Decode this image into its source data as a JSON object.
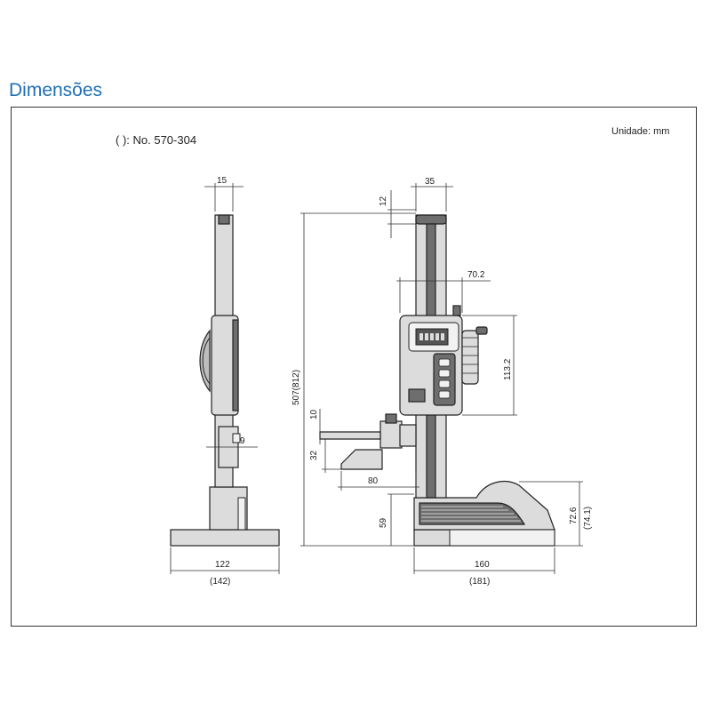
{
  "title": "Dimensões",
  "model_note": "( ): No. 570-304",
  "unit_note": "Unidade: mm",
  "side_view": {
    "dim_top_width": "15",
    "dim_scriber": "9",
    "dim_base_width": "122",
    "dim_base_width_alt": "(142)"
  },
  "front_view": {
    "dim_column_width": "35",
    "dim_top_offset": "12",
    "dim_slider_width": "70.2",
    "dim_slider_height": "113.2",
    "dim_total_height": "507(812)",
    "dim_scriber_thickness": "10",
    "dim_scriber_height": "32",
    "dim_scriber_reach": "80",
    "dim_base_height": "59",
    "dim_base_top": "72.6",
    "dim_base_top_alt": "(74.1)",
    "dim_base_length": "160",
    "dim_base_length_alt": "(181)"
  }
}
